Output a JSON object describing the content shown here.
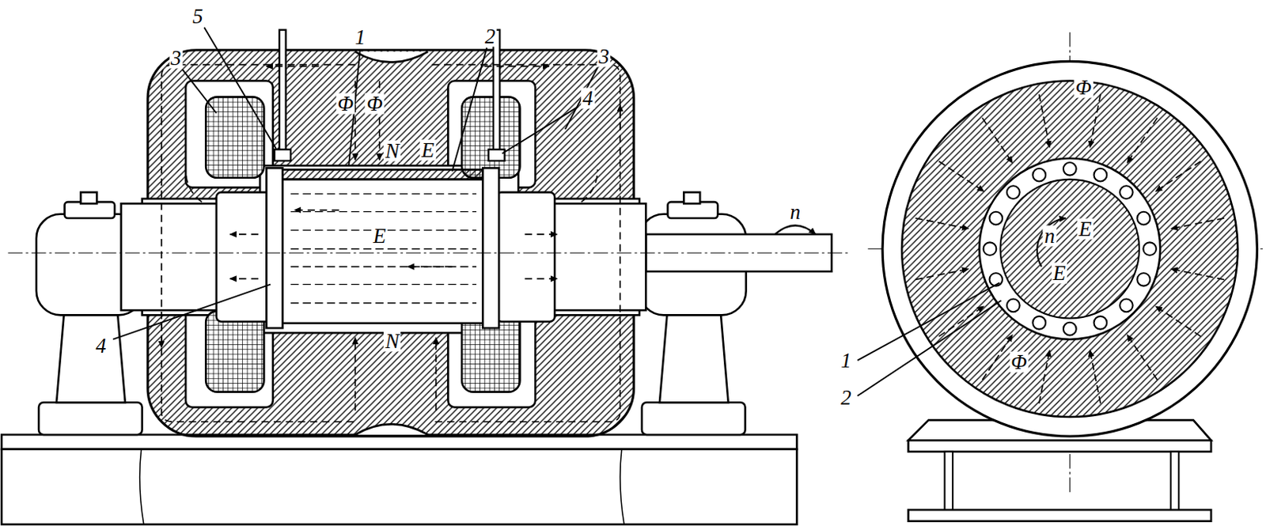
{
  "diagram": {
    "labels": [
      "5",
      "3",
      "1",
      "2",
      "3",
      "4",
      "Φ",
      "Φ",
      "N",
      "E",
      "E",
      "N",
      "4",
      "n",
      "Φ",
      "n",
      "E",
      "E",
      "1",
      "2",
      "Φ"
    ]
  }
}
